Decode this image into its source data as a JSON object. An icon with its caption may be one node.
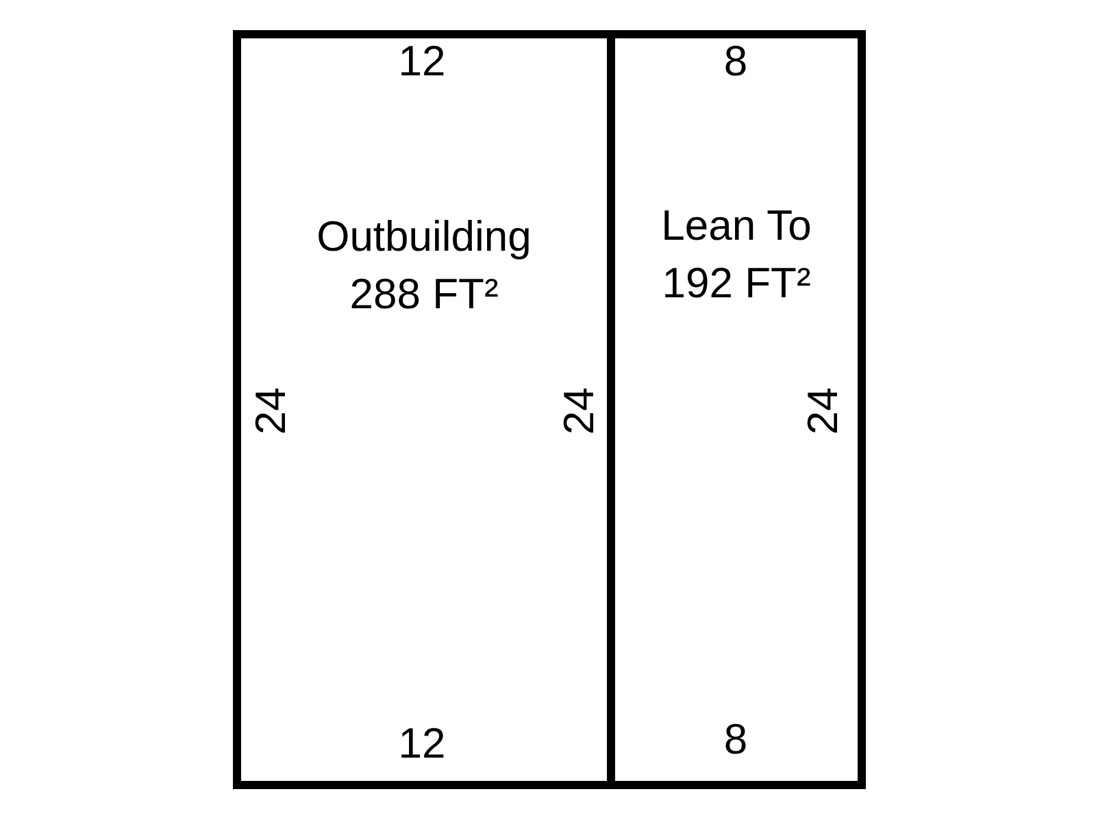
{
  "diagram": {
    "nodes": [
      {
        "text": [
          "Outbuilding",
          "288 FT²"
        ]
      },
      {
        "text": [
          "Lean To",
          "192 FT²"
        ]
      }
    ],
    "labels": [
      "12",
      "8",
      "24",
      "24",
      "24",
      "12",
      "8"
    ]
  }
}
